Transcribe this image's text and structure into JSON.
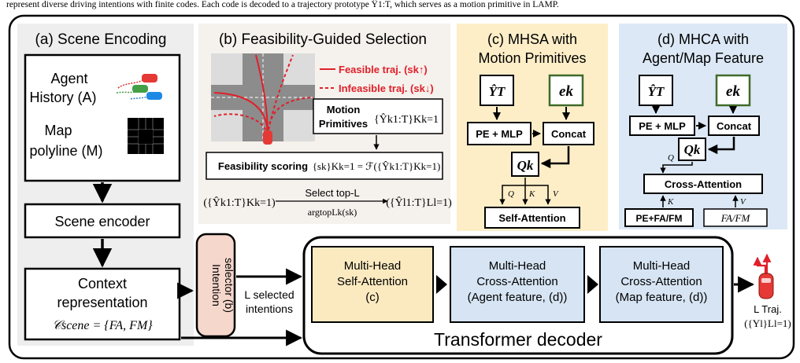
{
  "caption": "represent diverse driving intentions with finite codes. Each code is decoded to a trajectory prototype Ŷ1:T, which serves as a motion primitive in LAMP.",
  "panels": {
    "a": {
      "title": "(a) Scene Encoding",
      "agent_label_1": "Agent",
      "agent_label_2": "History (A)",
      "map_label_1": "Map",
      "map_label_2": "polyline (M)",
      "scene_encoder": "Scene encoder",
      "context_1": "Context",
      "context_2": "representation",
      "context_formula": "𝒞scene = {FA, FM}"
    },
    "b": {
      "title": "(b) Feasibility-Guided Selection",
      "legend_feasible": "Feasible traj. (sk↑)",
      "legend_infeasible": "Infeasible traj. (sk↓)",
      "motion_1": "Motion",
      "motion_2": "Primitives",
      "motion_set": "{Ŷk1:T}Kk=1",
      "feas_label": "Feasibility scoring",
      "feas_formula": "{sk}Kk=1 = ℱ({Ŷk1:T}Kk=1)",
      "select_top": "Select top-L",
      "argtop": "argtopLk(sk)",
      "left_set": "({Ŷk1:T}Kk=1)",
      "right_set": "({Ŷl1:T}Ll=1)"
    },
    "c": {
      "title_1": "(c) MHSA with",
      "title_2": "Motion Primitives",
      "y_t": "ŶT",
      "e_k": "ek",
      "pe_mlp": "PE + MLP",
      "concat": "Concat",
      "q_k": "Qk",
      "q": "Q",
      "k": "K",
      "v": "V",
      "self_attn": "Self-Attention"
    },
    "d": {
      "title_1": "(d) MHCA with",
      "title_2": "Agent/Map Feature",
      "y_t": "ŶT",
      "e_k": "ek",
      "pe_mlp": "PE + MLP",
      "concat": "Concat",
      "q_k": "Qk",
      "q": "Q",
      "k": "K",
      "v": "V",
      "cross_attn": "Cross-Attention",
      "pe_feat": "PE+FA/FM",
      "feat": "FA/FM"
    },
    "decoder": {
      "selector_1": "Intention",
      "selector_2": "selector (b)",
      "l_sel_1": "L selected",
      "l_sel_2": "intentions",
      "mhsa_1": "Multi-Head",
      "mhsa_2": "Self-Attention",
      "mhsa_3": "(c)",
      "mhca_agent_1": "Multi-Head",
      "mhca_agent_2": "Cross-Attention",
      "mhca_agent_3": "(Agent feature, (d))",
      "mhca_map_1": "Multi-Head",
      "mhca_map_2": "Cross-Attention",
      "mhca_map_3": "(Map feature, (d))",
      "decoder_label": "Transformer decoder",
      "out_1": "L Traj.",
      "out_2": "({Yl}Ll=1)"
    }
  },
  "colors": {
    "panel_a_bg": "#eeeeee",
    "panel_b_bg": "#f5f1ec",
    "panel_c_bg": "#fdeec8",
    "panel_d_bg": "#dce8f5",
    "yellow_box": "#fbeac0",
    "blue_box": "#d6e4f3",
    "pink_box": "#f6d7cc",
    "green_border": "#3f6b2a",
    "red": "#e0202a"
  },
  "icons": [
    "car-red-icon",
    "car-green-icon",
    "car-blue-icon",
    "intersection-map-icon",
    "polyline-map-icon",
    "output-arrows-icon"
  ]
}
